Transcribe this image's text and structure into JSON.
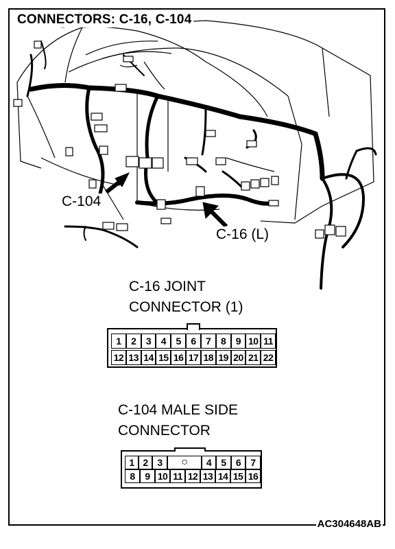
{
  "title": "CONNECTORS: C-16, C-104",
  "callouts": {
    "c104": "C-104",
    "c16": "C-16 (L)"
  },
  "c16": {
    "heading_line1": "C-16 JOINT",
    "heading_line2": "CONNECTOR (1)",
    "row1": [
      "1",
      "2",
      "3",
      "4",
      "5",
      "6",
      "7",
      "8",
      "9",
      "10",
      "11"
    ],
    "row2": [
      "12",
      "13",
      "14",
      "15",
      "16",
      "17",
      "18",
      "19",
      "20",
      "21",
      "22"
    ]
  },
  "c104": {
    "heading_line1": "C-104 MALE SIDE",
    "heading_line2": "CONNECTOR",
    "row1": [
      "1",
      "2",
      "3",
      "○",
      "4",
      "5",
      "6",
      "7"
    ],
    "row2": [
      "8",
      "9",
      "10",
      "11",
      "12",
      "13",
      "14",
      "15",
      "16"
    ]
  },
  "figure_code": "AC304648AB"
}
